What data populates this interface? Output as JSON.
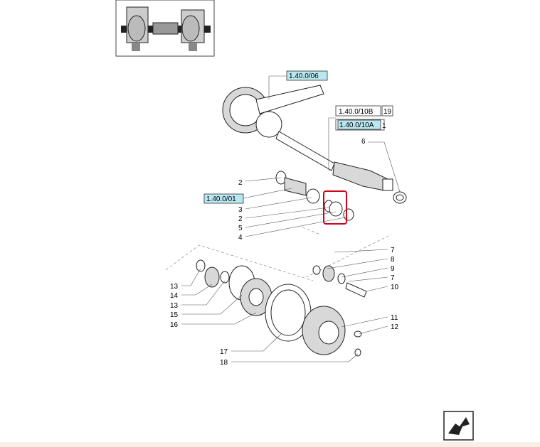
{
  "references": {
    "ref_a": "1.40.0/06",
    "ref_b": "1.40.0/10B",
    "ref_b_num": "19",
    "ref_c": "1.40.0/10A",
    "ref_c_num": "1",
    "ref_d": "1.40.0/01"
  },
  "callouts_left": [
    "2",
    "3",
    "2",
    "5",
    "4"
  ],
  "callout_6": "6",
  "callouts_right": [
    "7",
    "8",
    "9",
    "7",
    "10",
    "11",
    "12"
  ],
  "callouts_lower_left": [
    "13",
    "14",
    "13",
    "15",
    "16"
  ],
  "callouts_bottom": [
    "17",
    "18"
  ],
  "icons": {
    "thumbnail": "axle-thumbnail-image",
    "next": "next-page-arrow-icon",
    "highlight": "highlight-box"
  },
  "colors": {
    "link_fill": "#b9e7f0",
    "highlight": "#d0021b",
    "footer_strip": "#f6f1e3"
  }
}
